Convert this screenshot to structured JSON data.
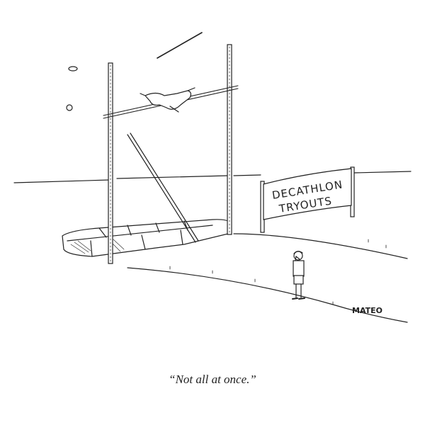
{
  "cartoon": {
    "caption": "“Not all at once.”",
    "sign": {
      "line1": "DECATHLON",
      "line2": "TRYOUTS"
    },
    "signature": "MATEO",
    "scene_elements": [
      "pole-vault-uprights",
      "crossbar",
      "athlete-clearing-bar",
      "flying-javelin",
      "flying-discus",
      "flying-shot-put",
      "leaning-vault-pole",
      "landing-mat",
      "decathlon-tryouts-banner",
      "coach-observer"
    ]
  },
  "colors": {
    "ink": "#222222",
    "paper": "#ffffff"
  }
}
